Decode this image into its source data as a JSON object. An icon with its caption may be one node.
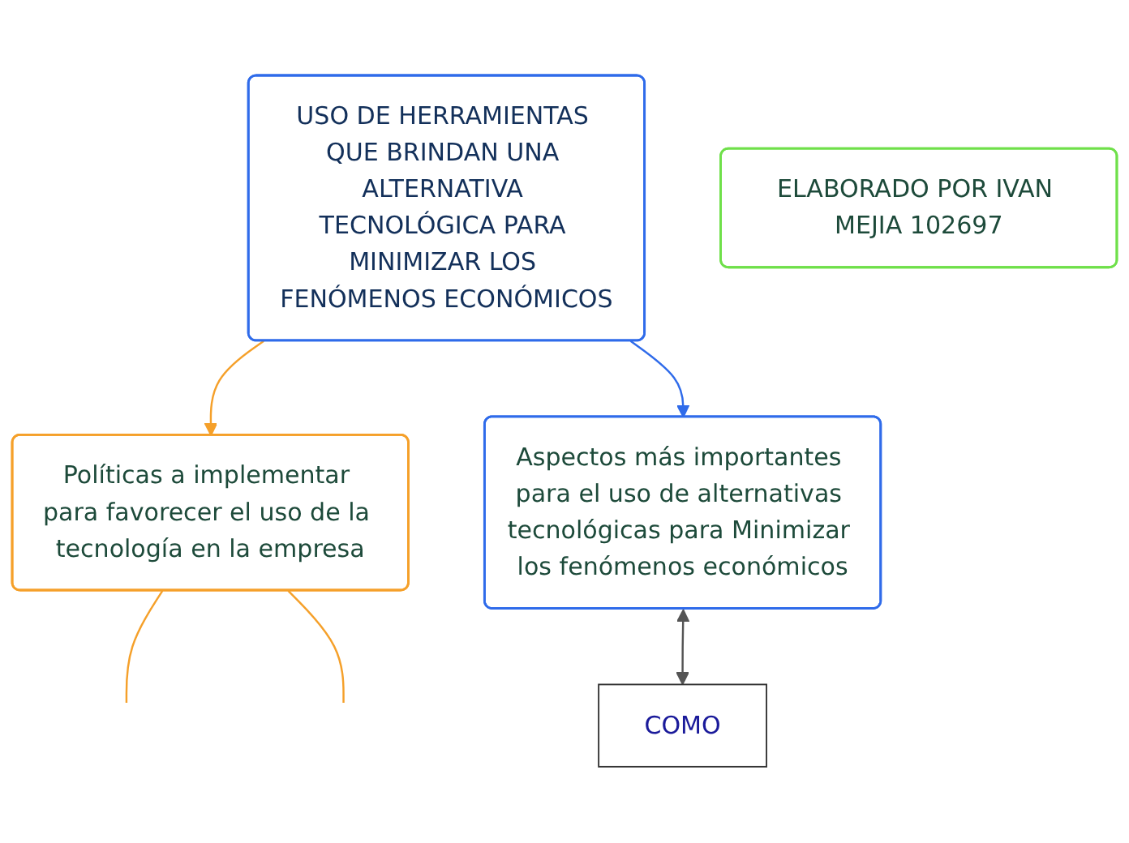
{
  "diagram": {
    "nodes": [
      {
        "text": [
          "Políticas a implementar para favorecer el uso de la tecnología en la empresa"
        ]
      },
      {
        "text": [
          "USO DE HERRAMIENTAS QUE BRINDAN UNA ALTERNATIVA TECNOLÓGICA PARA MINIMIZAR LOS FENÓMENOS ECONÓMICOS"
        ]
      },
      {
        "text": [
          "ELABORADO POR IVAN MEJIA 102697"
        ]
      },
      {
        "text": [
          "Aspectos más importantes para el uso de alternativas tecnológicas para Minimizar los fenómenos económicos"
        ]
      },
      {
        "text": [
          "COMO"
        ]
      }
    ],
    "edges": [
      {
        "from": 1,
        "to": 0,
        "arrow": "to",
        "color": "#f5a02a"
      },
      {
        "from": 0,
        "to": null,
        "arrow": "none",
        "color": "#f5a02a"
      },
      {
        "from": 0,
        "to": null,
        "arrow": "none",
        "color": "#f5a02a"
      },
      {
        "from": 1,
        "to": 3,
        "arrow": "to",
        "color": "#2f6bea"
      },
      {
        "from": 3,
        "to": 4,
        "arrow": "both",
        "color": "#555555"
      }
    ]
  }
}
